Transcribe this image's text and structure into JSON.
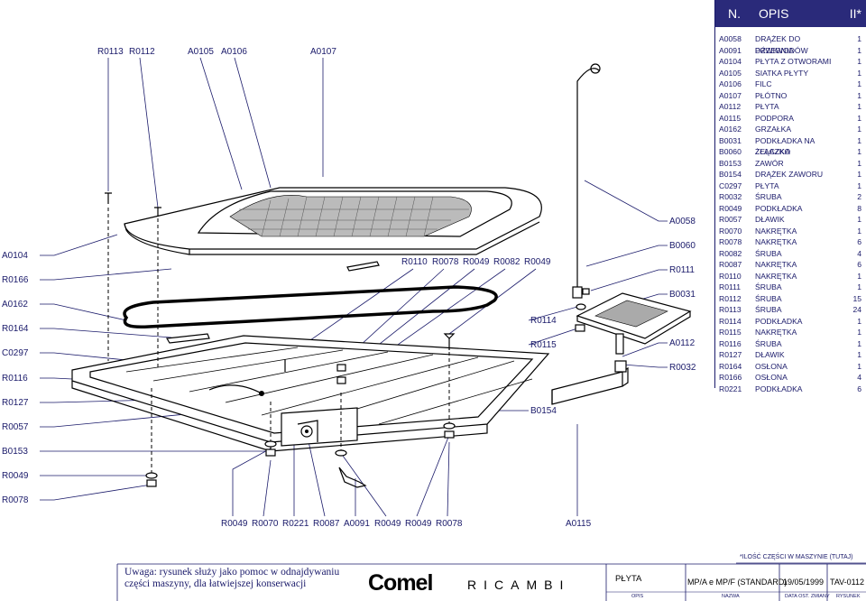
{
  "callouts": {
    "top": [
      "R0113",
      "R0112",
      "A0105",
      "A0106",
      "A0107"
    ],
    "left": [
      "A0104",
      "R0166",
      "A0162",
      "R0164",
      "C0297",
      "R0116",
      "R0127",
      "R0057",
      "B0153",
      "R0049",
      "R0078"
    ],
    "mid": [
      "R0110",
      "R0078",
      "R0049",
      "R0082",
      "R0049"
    ],
    "right": [
      "A0058",
      "B0060",
      "R0111",
      "B0031",
      "A0112",
      "R0032"
    ],
    "center_right": [
      "R0114",
      "R0115"
    ],
    "b0154": "B0154",
    "bottom": [
      "R0049",
      "R0070",
      "R0221",
      "R0087",
      "A0091",
      "R0049",
      "R0049",
      "R0078"
    ],
    "a0115": "A0115"
  },
  "table": {
    "head_n": "N.",
    "head_opis": "OPIS",
    "head_qty": "II*",
    "rows": [
      {
        "code": "A0058",
        "desc": "DRĄŻEK DO PRZEWODÓW",
        "qty": "1"
      },
      {
        "code": "A0091",
        "desc": "DŹWIGNIA",
        "qty": "1"
      },
      {
        "code": "A0104",
        "desc": "PŁYTA Z OTWORAMI",
        "qty": "1"
      },
      {
        "code": "A0105",
        "desc": "SIATKA PŁYTY",
        "qty": "1"
      },
      {
        "code": "A0106",
        "desc": "FILC",
        "qty": "1"
      },
      {
        "code": "A0107",
        "desc": "PŁÓTNO",
        "qty": "1"
      },
      {
        "code": "A0112",
        "desc": "PŁYTA",
        "qty": "1"
      },
      {
        "code": "A0115",
        "desc": "PODPORA",
        "qty": "1"
      },
      {
        "code": "A0162",
        "desc": "GRZAŁKA",
        "qty": "1"
      },
      {
        "code": "B0031",
        "desc": "PODKŁADKA NA ŻELAZKO",
        "qty": "1"
      },
      {
        "code": "B0060",
        "desc": "ZŁĄCZKA",
        "qty": "1"
      },
      {
        "code": "B0153",
        "desc": "ZAWÓR",
        "qty": "1"
      },
      {
        "code": "B0154",
        "desc": "DRĄŻEK ZAWORU",
        "qty": "1"
      },
      {
        "code": "C0297",
        "desc": "PŁYTA",
        "qty": "1"
      },
      {
        "code": "R0032",
        "desc": "ŚRUBA",
        "qty": "2"
      },
      {
        "code": "R0049",
        "desc": "PODKŁADKA",
        "qty": "8"
      },
      {
        "code": "R0057",
        "desc": "DŁAWIK",
        "qty": "1"
      },
      {
        "code": "R0070",
        "desc": "NAKRĘTKA",
        "qty": "1"
      },
      {
        "code": "R0078",
        "desc": "NAKRĘTKA",
        "qty": "6"
      },
      {
        "code": "R0082",
        "desc": "ŚRUBA",
        "qty": "4"
      },
      {
        "code": "R0087",
        "desc": "NAKRĘTKA",
        "qty": "6"
      },
      {
        "code": "R0110",
        "desc": "NAKRĘTKA",
        "qty": "1"
      },
      {
        "code": "R0111",
        "desc": "ŚRUBA",
        "qty": "1"
      },
      {
        "code": "R0112",
        "desc": "ŚRUBA",
        "qty": "15"
      },
      {
        "code": "R0113",
        "desc": "ŚRUBA",
        "qty": "24"
      },
      {
        "code": "R0114",
        "desc": "PODKŁADKA",
        "qty": "1"
      },
      {
        "code": "R0115",
        "desc": "NAKRĘTKA",
        "qty": "1"
      },
      {
        "code": "R0116",
        "desc": "ŚRUBA",
        "qty": "1"
      },
      {
        "code": "R0127",
        "desc": "DŁAWIK",
        "qty": "1"
      },
      {
        "code": "R0164",
        "desc": "OSŁONA",
        "qty": "1"
      },
      {
        "code": "R0166",
        "desc": "OSŁONA",
        "qty": "4"
      },
      {
        "code": "R0221",
        "desc": "PODKŁADKA",
        "qty": "6"
      }
    ]
  },
  "footer": {
    "note": "*ILOŚĆ CZĘŚCI W MASZYNIE (TUTAJ)",
    "warning_line1": "Uwaga: rysunek służy jako pomoc w odnajdywaniu",
    "warning_line2": "części maszyny, dla łatwiejszej konserwacji",
    "logo": "Comel",
    "ricambi": "RICAMBI",
    "opis_value": "PŁYTA",
    "opis_cap": "OPIS",
    "model_value": "MP/A e MP/F (STANDARD)",
    "model_cap": "NAZWA",
    "date_value": "19/05/1999",
    "date_cap": "DATA OST. ZMIANY",
    "drawing_value": "TAV-0112",
    "drawing_cap": "RYSUNEK"
  }
}
